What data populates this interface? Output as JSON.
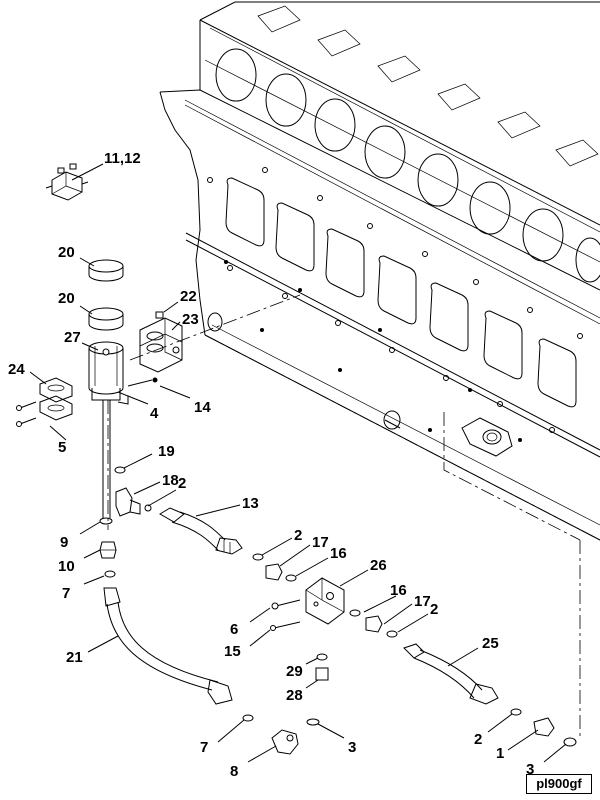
{
  "figure_id": "pl900gf",
  "callouts": {
    "c11_12": "11,12",
    "c20a": "20",
    "c20b": "20",
    "c22": "22",
    "c23": "23",
    "c27": "27",
    "c24": "24",
    "c14": "14",
    "c4": "4",
    "c5": "5",
    "c19": "19",
    "c18": "18",
    "c2a": "2",
    "c13": "13",
    "c9": "9",
    "c10": "10",
    "c7a": "7",
    "c2b": "2",
    "c17a": "17",
    "c16a": "16",
    "c26": "26",
    "c16b": "16",
    "c17b": "17",
    "c2c": "2",
    "c6": "6",
    "c15": "15",
    "c21": "21",
    "c25": "25",
    "c29": "29",
    "c28": "28",
    "c2d": "2",
    "c1": "1",
    "c7b": "7",
    "c3a": "3",
    "c8": "8",
    "c3b": "3"
  }
}
